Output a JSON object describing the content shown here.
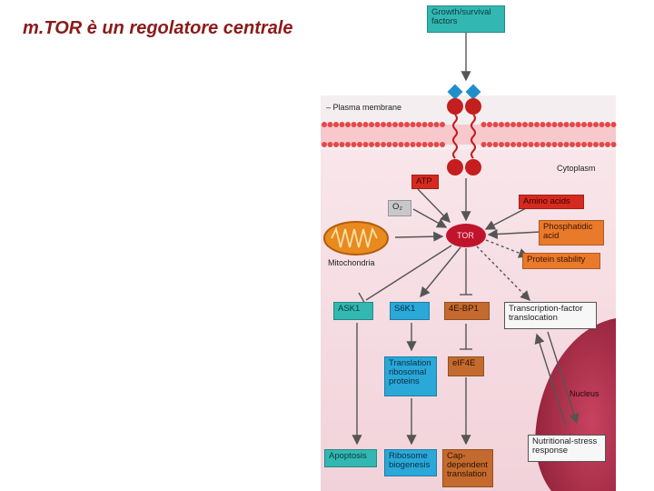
{
  "slide": {
    "title": "m.TOR è un regolatore centrale"
  },
  "diagram": {
    "growth_factors": "Growth/survival factors",
    "plasma_membrane": "Plasma membrane",
    "cytoplasm": "Cytoplasm",
    "atp": "ATP",
    "o2": "O₂",
    "amino_acids": "Amino acids",
    "phosphatidic_acid": "Phosphatidic acid",
    "tor": "TOR",
    "protein_stability": "Protein stability",
    "mitochondria": "Mitochondria",
    "ask1": "ASK1",
    "s6k1": "S6K1",
    "fourebp1": "4E-BP1",
    "tf_translocation": "Transcription-factor translocation",
    "translation_ribosomal": "Translation ribosomal proteins",
    "eif4e": "eIF4E",
    "nucleus": "Nucleus",
    "apoptosis": "Apoptosis",
    "ribosome_biogenesis": "Ribosome biogenesis",
    "cap_translation": "Cap-dependent translation",
    "nutritional_stress": "Nutritional-stress response"
  },
  "colors": {
    "title": "#8b1a1a",
    "cytoplasm": "#f6dde3",
    "nucleus": "#b0324d",
    "membrane_head": "#e5484a",
    "receptor": "#c41e1e",
    "ligand": "#1f8fcc"
  }
}
